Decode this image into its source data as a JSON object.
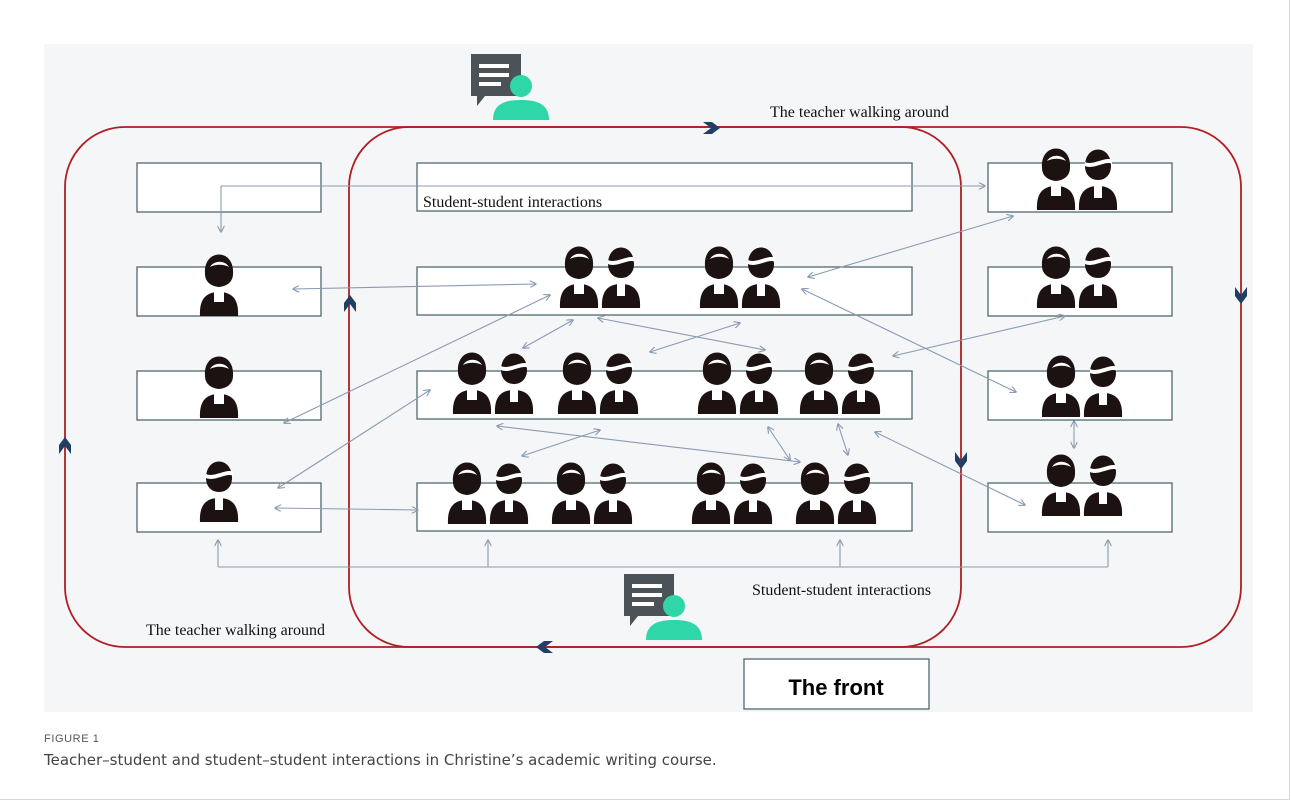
{
  "figure": {
    "label": "FIGURE 1",
    "caption": "Teacher–student and student–student interactions in Christine’s academic writing course."
  },
  "diagram": {
    "labels": {
      "walk_top": "The teacher walking around",
      "walk_bottom": "The teacher walking around",
      "ss_top": "Student-student interactions",
      "ss_bottom": "Student-student interactions",
      "front": "The front"
    },
    "colors": {
      "loop": "#b01e24",
      "arrow": "#8a9bb2",
      "desk": "#4f6a6e",
      "person": "#1c1212",
      "chevron": "#1f3f64",
      "teacher_person": "#2ed6a8",
      "bubble": "#4b5358"
    },
    "icons": [
      "teacher-icon",
      "student-icon",
      "speech-bubble-icon",
      "chevron-icon"
    ]
  }
}
